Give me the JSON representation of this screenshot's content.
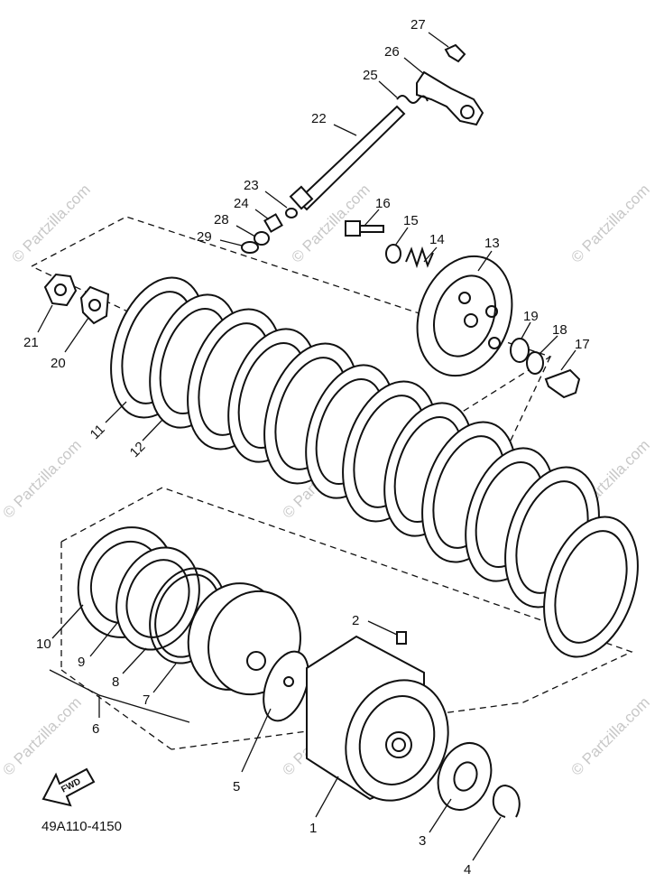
{
  "diagram": {
    "part_number": "49A110-4150",
    "fwd_label": "FWD",
    "watermark": "© Partzilla.com",
    "callouts": [
      "1",
      "2",
      "3",
      "4",
      "5",
      "6",
      "7",
      "8",
      "9",
      "10",
      "11",
      "12",
      "13",
      "14",
      "15",
      "16",
      "17",
      "18",
      "19",
      "20",
      "21",
      "22",
      "23",
      "24",
      "25",
      "26",
      "27",
      "28",
      "29"
    ]
  }
}
